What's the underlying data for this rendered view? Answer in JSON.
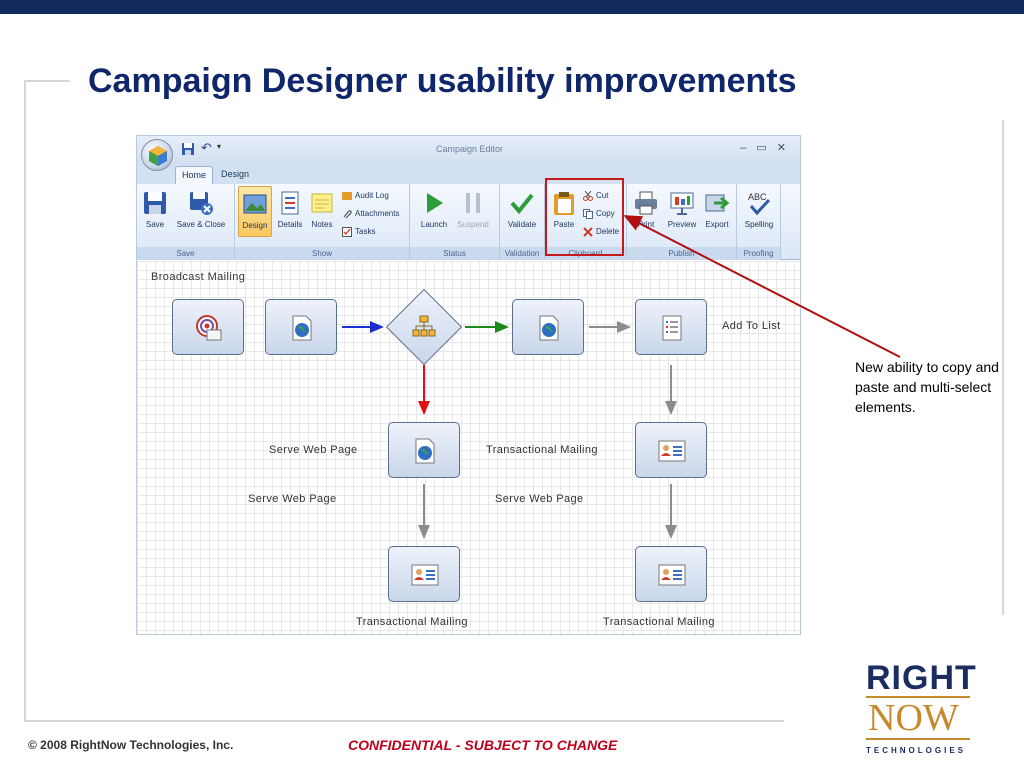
{
  "slide": {
    "title": "Campaign Designer usability improvements",
    "annotation": "New ability to copy and paste and multi-select elements.",
    "footer_copyright": "© 2008 RightNow Technologies, Inc.",
    "footer_confidential": "CONFIDENTIAL - SUBJECT TO CHANGE",
    "logo": {
      "line1": "RIGHT",
      "line2": "NOW",
      "line3": "TECHNOLOGIES"
    }
  },
  "window": {
    "title": "Campaign Editor",
    "controls": [
      "–",
      "▭",
      "✕"
    ],
    "tabs": [
      {
        "label": "Home"
      },
      {
        "label": "Design"
      }
    ]
  },
  "ribbon": {
    "save_group": {
      "label": "Save",
      "save": "Save",
      "save_close": "Save & Close"
    },
    "show_group": {
      "label": "Show",
      "design": "Design",
      "details": "Details",
      "notes": "Notes",
      "audit_log": "Audit Log",
      "attachments": "Attachments",
      "tasks": "Tasks"
    },
    "status_group": {
      "label": "Status",
      "launch": "Launch",
      "suspend": "Suspend"
    },
    "validation_group": {
      "label": "Validation",
      "validate": "Validate"
    },
    "clipboard_group": {
      "label": "Clipboard",
      "paste": "Paste",
      "cut": "Cut",
      "copy": "Copy",
      "delete": "Delete"
    },
    "publish_group": {
      "label": "Publish",
      "print": "Print",
      "preview": "Preview",
      "export": "Export"
    },
    "proofing_group": {
      "label": "Proofing",
      "spelling": "Spelling",
      "abc": "ABC"
    }
  },
  "canvas": {
    "title": "Broadcast Mailing",
    "labels": {
      "serve_web_page_1": "Serve Web Page",
      "serve_web_page_2": "Serve Web Page",
      "serve_web_page_3": "Serve Web Page",
      "add_to_list": "Add To List",
      "transactional_mailing_1": "Transactional Mailing",
      "transactional_mailing_2": "Transactional Mailing",
      "transactional_mailing_3": "Transactional Mailing"
    }
  },
  "colors": {
    "title": "#10266a",
    "flow_blue": "#1a2fd0",
    "flow_green": "#1b8a1b",
    "flow_red": "#e01010",
    "flow_gray": "#8c8c8c",
    "callout": "#b01010"
  }
}
